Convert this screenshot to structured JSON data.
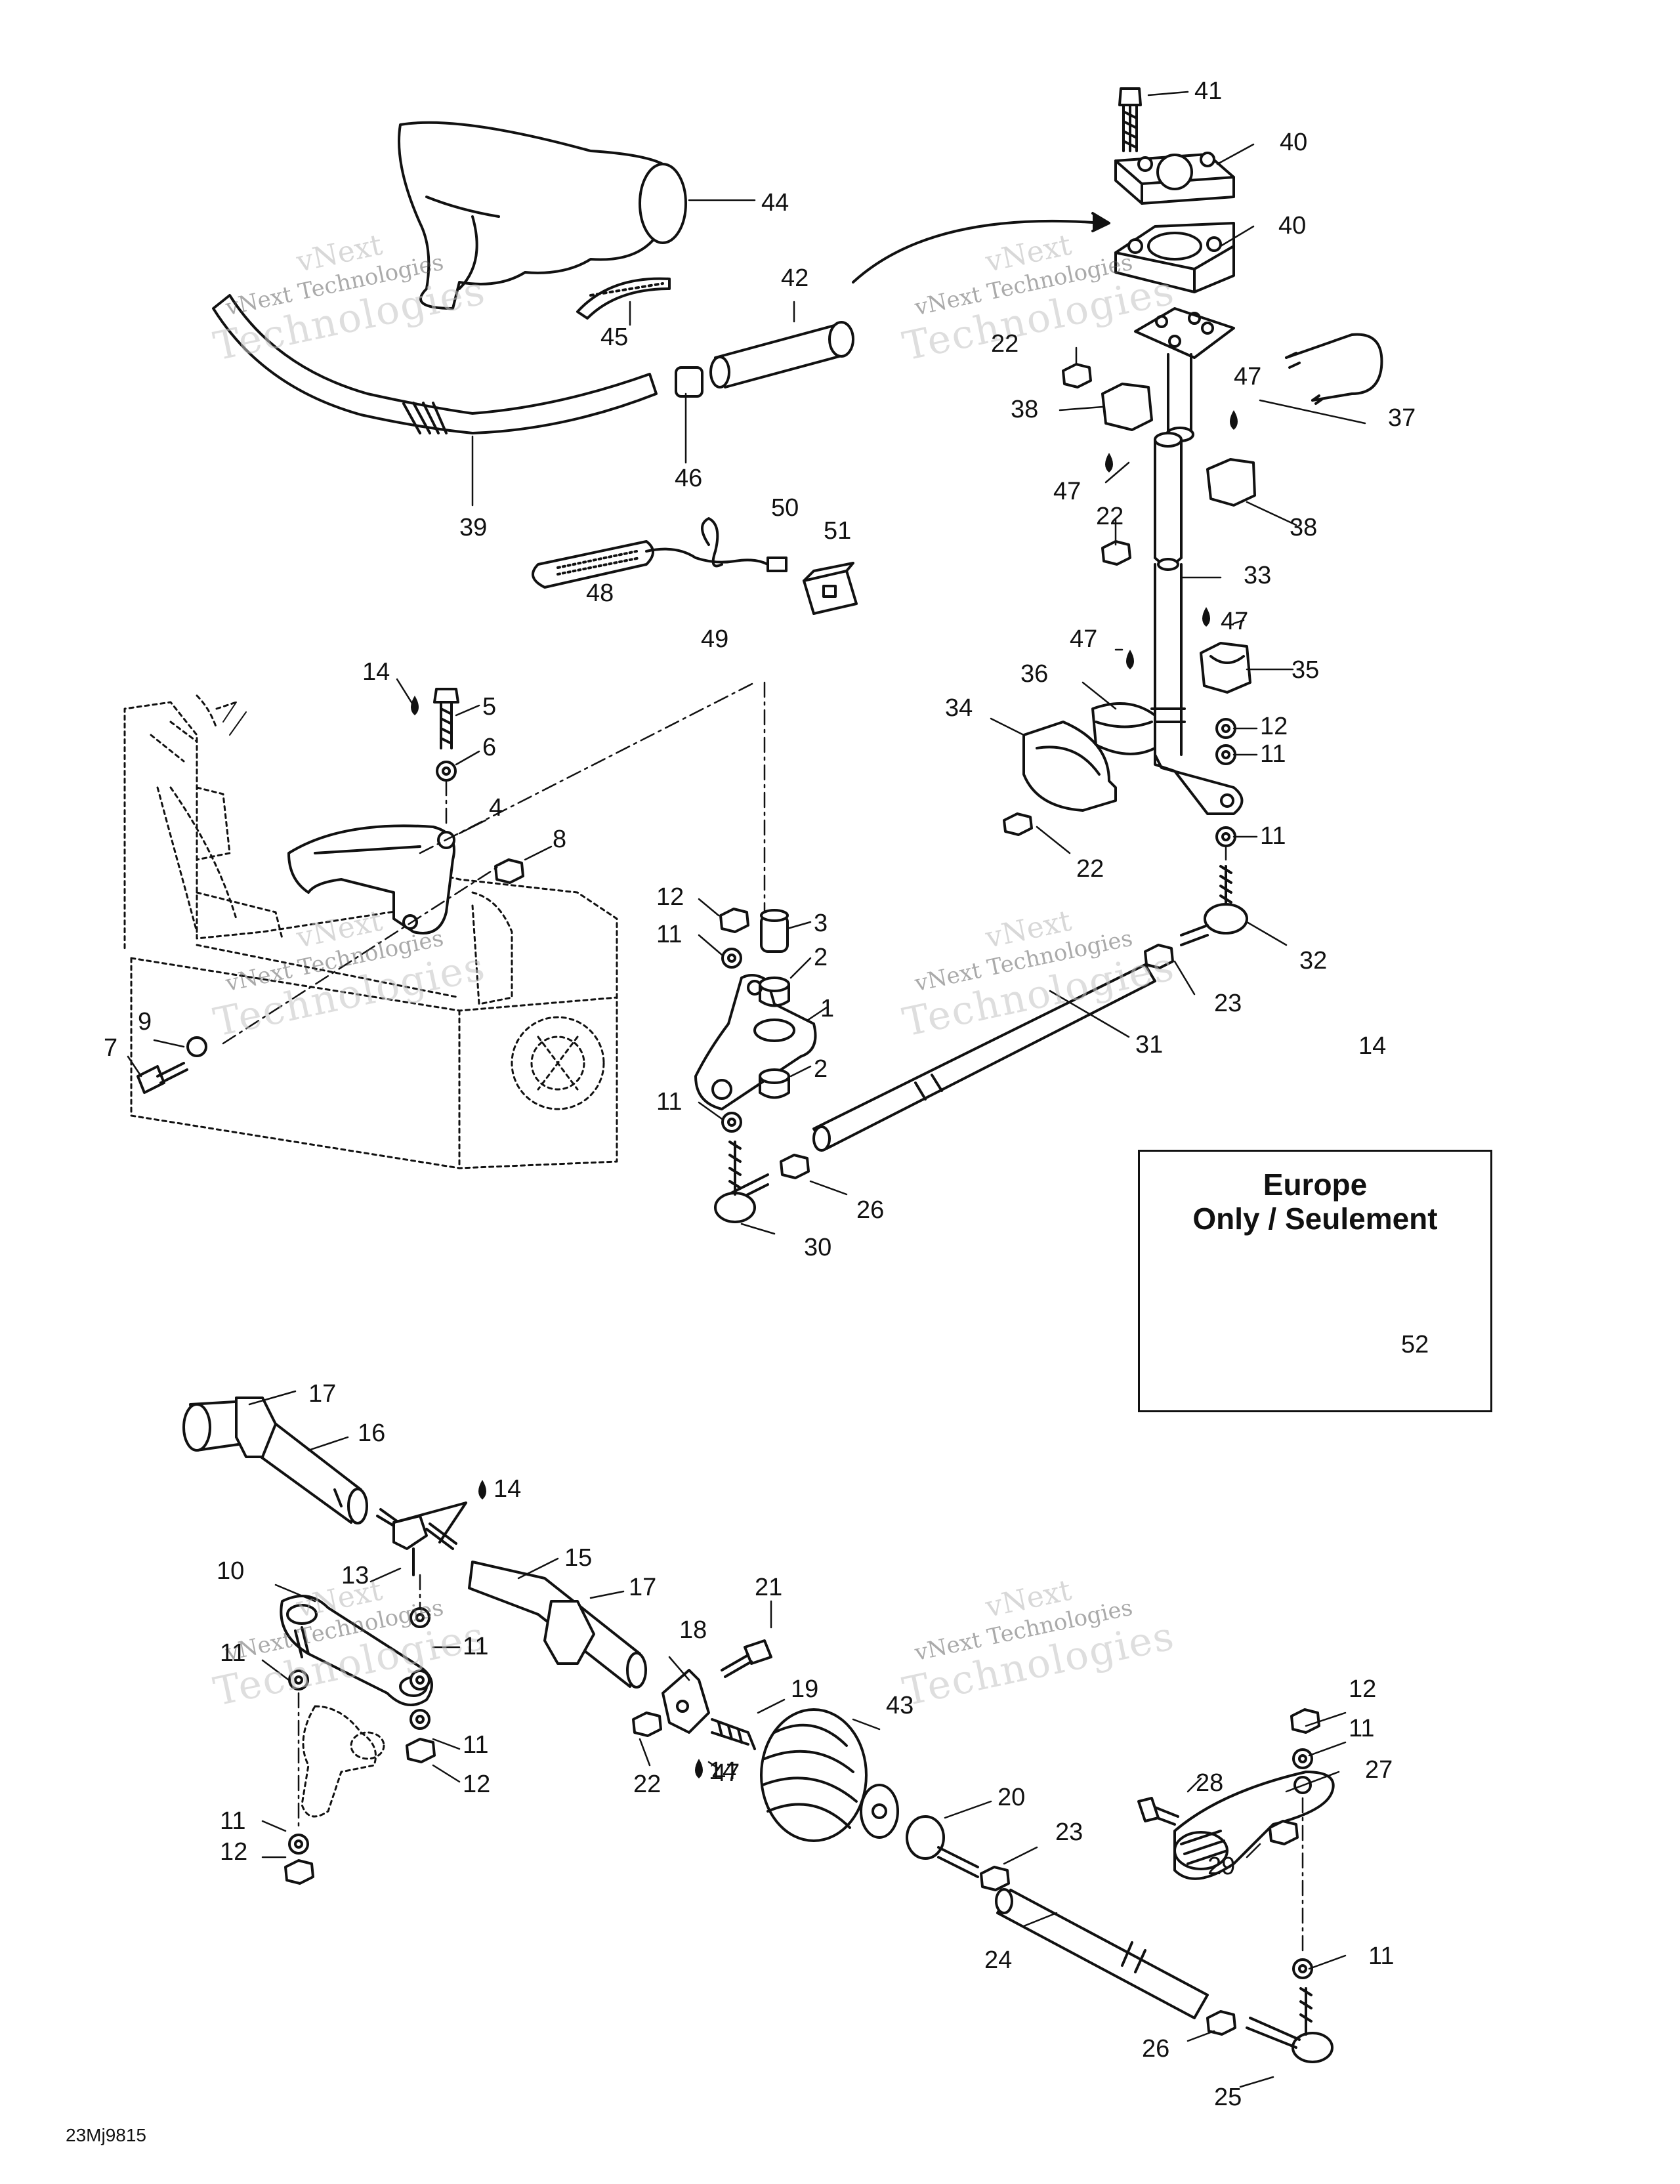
{
  "diagram": {
    "callouts": [
      "1",
      "2",
      "2",
      "3",
      "4",
      "5",
      "6",
      "7",
      "8",
      "9",
      "10",
      "11",
      "11",
      "11",
      "11",
      "11",
      "11",
      "11",
      "11",
      "11",
      "11",
      "12",
      "12",
      "12",
      "12",
      "12",
      "13",
      "14",
      "14",
      "14",
      "14",
      "15",
      "16",
      "17",
      "17",
      "18",
      "19",
      "20",
      "21",
      "22",
      "22",
      "22",
      "22",
      "23",
      "23",
      "24",
      "25",
      "26",
      "26",
      "27",
      "28",
      "29",
      "30",
      "31",
      "32",
      "33",
      "34",
      "35",
      "36",
      "37",
      "38",
      "38",
      "39",
      "40",
      "40",
      "41",
      "42",
      "43",
      "44",
      "45",
      "46",
      "47",
      "47",
      "47",
      "47",
      "47",
      "48",
      "49",
      "50",
      "51",
      "52"
    ],
    "inset": {
      "title_line1": "Europe",
      "title_line2": "Only / Seulement",
      "callout": "52"
    },
    "watermark": {
      "word1": "vNext",
      "word2": "vNext Technologies",
      "word3": "Technologies"
    },
    "document_code": "23Mj9815"
  }
}
